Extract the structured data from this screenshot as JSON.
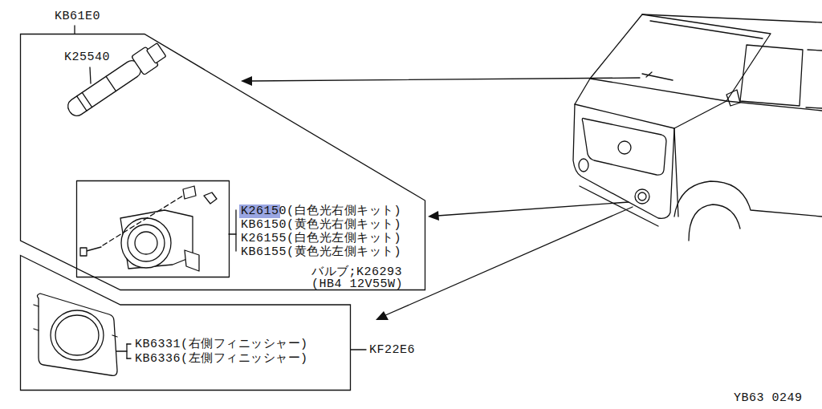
{
  "diagram": {
    "nodes": [
      {
        "text": [
          "K25540",
          "K26150(白色光右側キット)",
          "KB6150(黄色光右側キット)",
          "K26155(白色光左側キット)",
          "KB6155(黄色光左側キット)",
          "バルブ;K26293",
          "(HB4 12V55W)"
        ]
      },
      {
        "text": [
          "KB6331(右側フィニッシャー)",
          "KB6336(左側フィニッシャー)"
        ]
      }
    ],
    "labels": [
      "KB61E0",
      "KF22E6",
      "YB63 0249"
    ]
  }
}
